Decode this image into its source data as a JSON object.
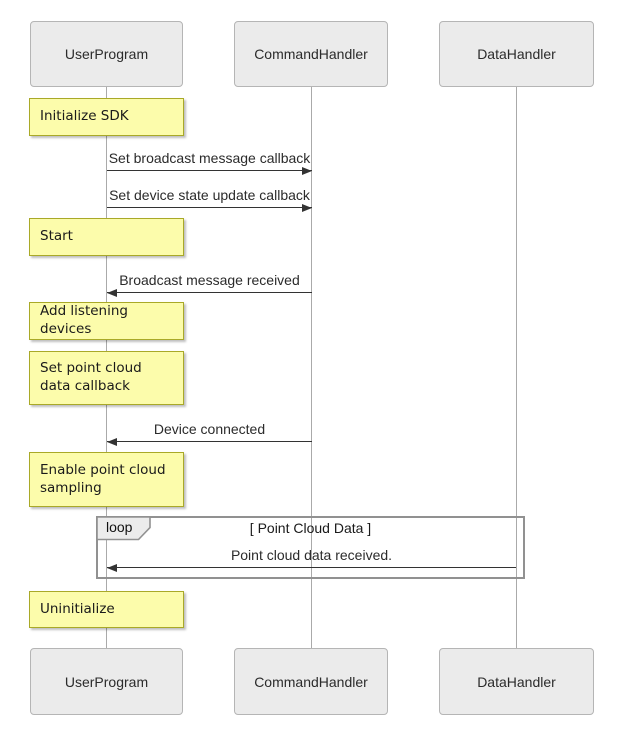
{
  "diagram": {
    "type": "sequence-diagram",
    "participants": [
      {
        "name": "UserProgram"
      },
      {
        "name": "CommandHandler"
      },
      {
        "name": "DataHandler"
      }
    ],
    "notes": [
      {
        "label": "Initialize SDK",
        "over": "UserProgram"
      },
      {
        "label": "Start",
        "over": "UserProgram"
      },
      {
        "label": "Add listening devices",
        "over": "UserProgram"
      },
      {
        "label": "Set point cloud data callback",
        "over": "UserProgram"
      },
      {
        "label": "Enable point cloud sampling",
        "over": "UserProgram"
      },
      {
        "label": "Uninitialize",
        "over": "UserProgram"
      }
    ],
    "messages": [
      {
        "label": "Set broadcast message callback",
        "from": "UserProgram",
        "to": "CommandHandler",
        "direction": "right"
      },
      {
        "label": "Set device state update callback",
        "from": "UserProgram",
        "to": "CommandHandler",
        "direction": "right"
      },
      {
        "label": "Broadcast message received",
        "from": "CommandHandler",
        "to": "UserProgram",
        "direction": "left"
      },
      {
        "label": "Device connected",
        "from": "CommandHandler",
        "to": "UserProgram",
        "direction": "left"
      },
      {
        "label": "Point cloud data received.",
        "from": "DataHandler",
        "to": "UserProgram",
        "direction": "left"
      }
    ],
    "loop": {
      "label": "loop",
      "condition": "[ Point Cloud Data ]"
    },
    "colors": {
      "note_fill": "#fcfcab",
      "note_border": "#a9a928",
      "actor_fill": "#ebebeb",
      "actor_border": "#b5b5b5",
      "lifeline": "#aaaaaa",
      "message_line": "#333333",
      "loop_border": "#919191",
      "loop_tab_fill": "#ececec"
    }
  }
}
